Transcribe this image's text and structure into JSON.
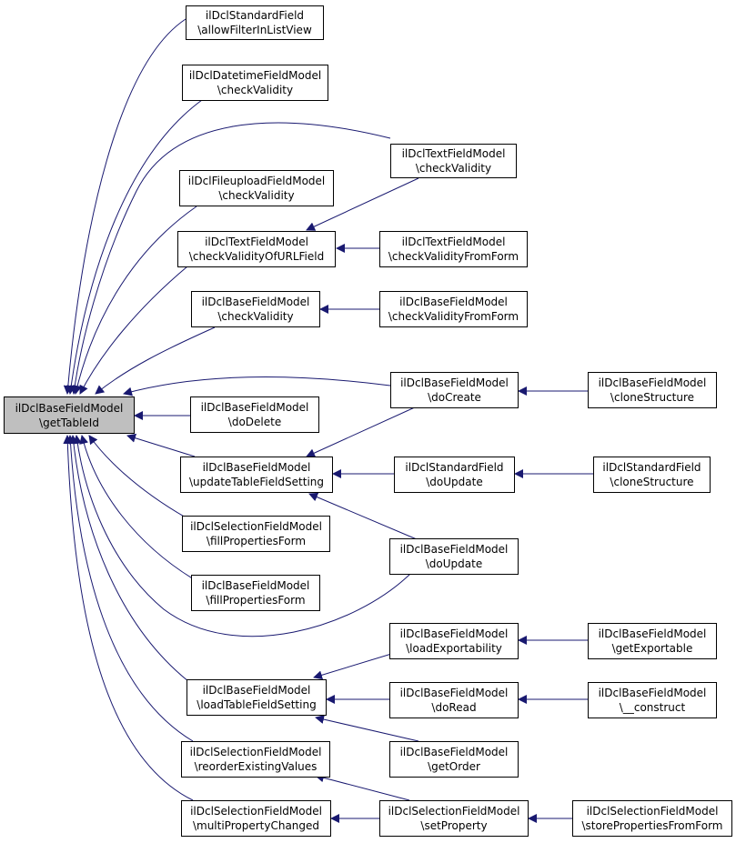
{
  "colors": {
    "edge": "#191970",
    "focus_fill": "#bfbfbf",
    "node_fill": "#ffffff",
    "border": "#000000"
  },
  "nodes": {
    "n0": {
      "line1": "ilDclBaseFieldModel",
      "line2": "\\getTableId"
    },
    "n1": {
      "line1": "ilDclStandardField",
      "line2": "\\allowFilterInListView"
    },
    "n2": {
      "line1": "ilDclDatetimeFieldModel",
      "line2": "\\checkValidity"
    },
    "n3": {
      "line1": "ilDclTextFieldModel",
      "line2": "\\checkValidity"
    },
    "n4": {
      "line1": "ilDclFileuploadFieldModel",
      "line2": "\\checkValidity"
    },
    "n5": {
      "line1": "ilDclTextFieldModel",
      "line2": "\\checkValidityOfURLField"
    },
    "n6": {
      "line1": "ilDclTextFieldModel",
      "line2": "\\checkValidityFromForm"
    },
    "n7": {
      "line1": "ilDclBaseFieldModel",
      "line2": "\\checkValidity"
    },
    "n8": {
      "line1": "ilDclBaseFieldModel",
      "line2": "\\checkValidityFromForm"
    },
    "n9": {
      "line1": "ilDclBaseFieldModel",
      "line2": "\\doCreate"
    },
    "n10": {
      "line1": "ilDclBaseFieldModel",
      "line2": "\\cloneStructure"
    },
    "n11": {
      "line1": "ilDclBaseFieldModel",
      "line2": "\\doDelete"
    },
    "n12": {
      "line1": "ilDclBaseFieldModel",
      "line2": "\\updateTableFieldSetting"
    },
    "n13": {
      "line1": "ilDclStandardField",
      "line2": "\\doUpdate"
    },
    "n14": {
      "line1": "ilDclStandardField",
      "line2": "\\cloneStructure"
    },
    "n15": {
      "line1": "ilDclSelectionFieldModel",
      "line2": "\\fillPropertiesForm"
    },
    "n16": {
      "line1": "ilDclBaseFieldModel",
      "line2": "\\doUpdate"
    },
    "n17": {
      "line1": "ilDclBaseFieldModel",
      "line2": "\\fillPropertiesForm"
    },
    "n18": {
      "line1": "ilDclBaseFieldModel",
      "line2": "\\loadExportability"
    },
    "n19": {
      "line1": "ilDclBaseFieldModel",
      "line2": "\\getExportable"
    },
    "n20": {
      "line1": "ilDclBaseFieldModel",
      "line2": "\\loadTableFieldSetting"
    },
    "n21": {
      "line1": "ilDclBaseFieldModel",
      "line2": "\\doRead"
    },
    "n22": {
      "line1": "ilDclBaseFieldModel",
      "line2": "\\__construct"
    },
    "n23": {
      "line1": "ilDclSelectionFieldModel",
      "line2": "\\reorderExistingValues"
    },
    "n24": {
      "line1": "ilDclBaseFieldModel",
      "line2": "\\getOrder"
    },
    "n25": {
      "line1": "ilDclSelectionFieldModel",
      "line2": "\\multiPropertyChanged"
    },
    "n26": {
      "line1": "ilDclSelectionFieldModel",
      "line2": "\\setProperty"
    },
    "n27": {
      "line1": "ilDclSelectionFieldModel",
      "line2": "\\storePropertiesFromForm"
    }
  }
}
